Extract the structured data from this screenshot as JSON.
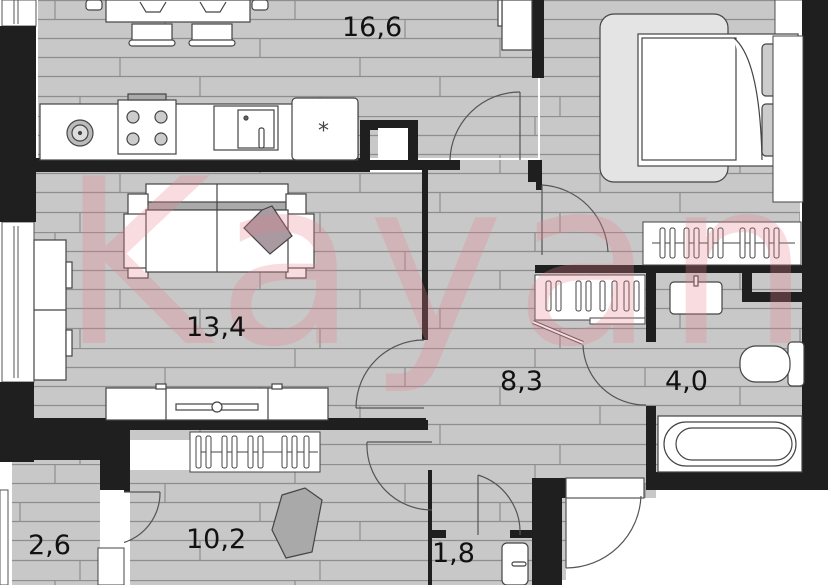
{
  "plan": {
    "type": "apartment floor plan",
    "watermark": "Kayan",
    "colors": {
      "wall": "#1f1f1f",
      "floor": "#c8c8c8",
      "floor_lines": "#8e8e8e",
      "furniture_fill": "#ffffff",
      "furniture_stroke": "#444444",
      "accent_gray": "#a9a9a9",
      "watermark": "#e6828f",
      "pillow": "#a89aa0"
    },
    "rooms": [
      {
        "id": "kitchen-dining",
        "area": "16,6"
      },
      {
        "id": "bedroom",
        "area": ""
      },
      {
        "id": "living-room",
        "area": "13,4"
      },
      {
        "id": "hallway",
        "area": "8,3"
      },
      {
        "id": "bathroom",
        "area": "4,0"
      },
      {
        "id": "bedroom-2",
        "area": "10,2"
      },
      {
        "id": "balcony",
        "area": "2,6"
      },
      {
        "id": "wc",
        "area": "1,8"
      }
    ]
  }
}
